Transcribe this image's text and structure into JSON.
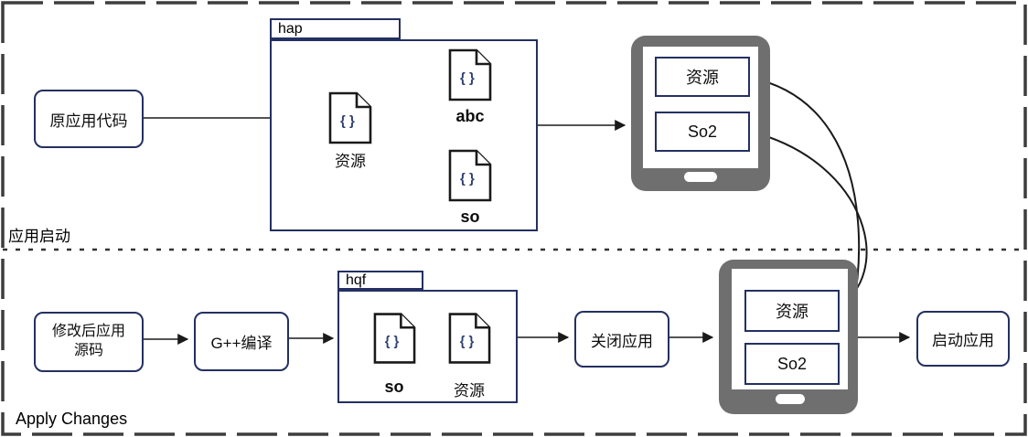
{
  "diagram": {
    "file_glyph": "{ }",
    "top": {
      "section_label": "应用启动",
      "source": "原应用代码",
      "package": {
        "name": "hap",
        "files": [
          {
            "label": "资源"
          },
          {
            "label": "abc"
          },
          {
            "label": "so"
          }
        ]
      },
      "device": {
        "modules": [
          {
            "label": "资源"
          },
          {
            "label": "So2"
          }
        ]
      }
    },
    "bottom": {
      "section_label": "Apply Changes",
      "source": "修改后应用源码",
      "compile": "G++编译",
      "package": {
        "name": "hqf",
        "files": [
          {
            "label": "so"
          },
          {
            "label": "资源"
          }
        ]
      },
      "close": "关闭应用",
      "device": {
        "modules": [
          {
            "label": "资源"
          },
          {
            "label": "So2"
          }
        ]
      },
      "launch": "启动应用"
    },
    "colors": {
      "box_border": "#243061",
      "device_gray": "#6f6f6f",
      "arrow": "#1a1a1a",
      "brace": "#2e3f6e"
    }
  }
}
